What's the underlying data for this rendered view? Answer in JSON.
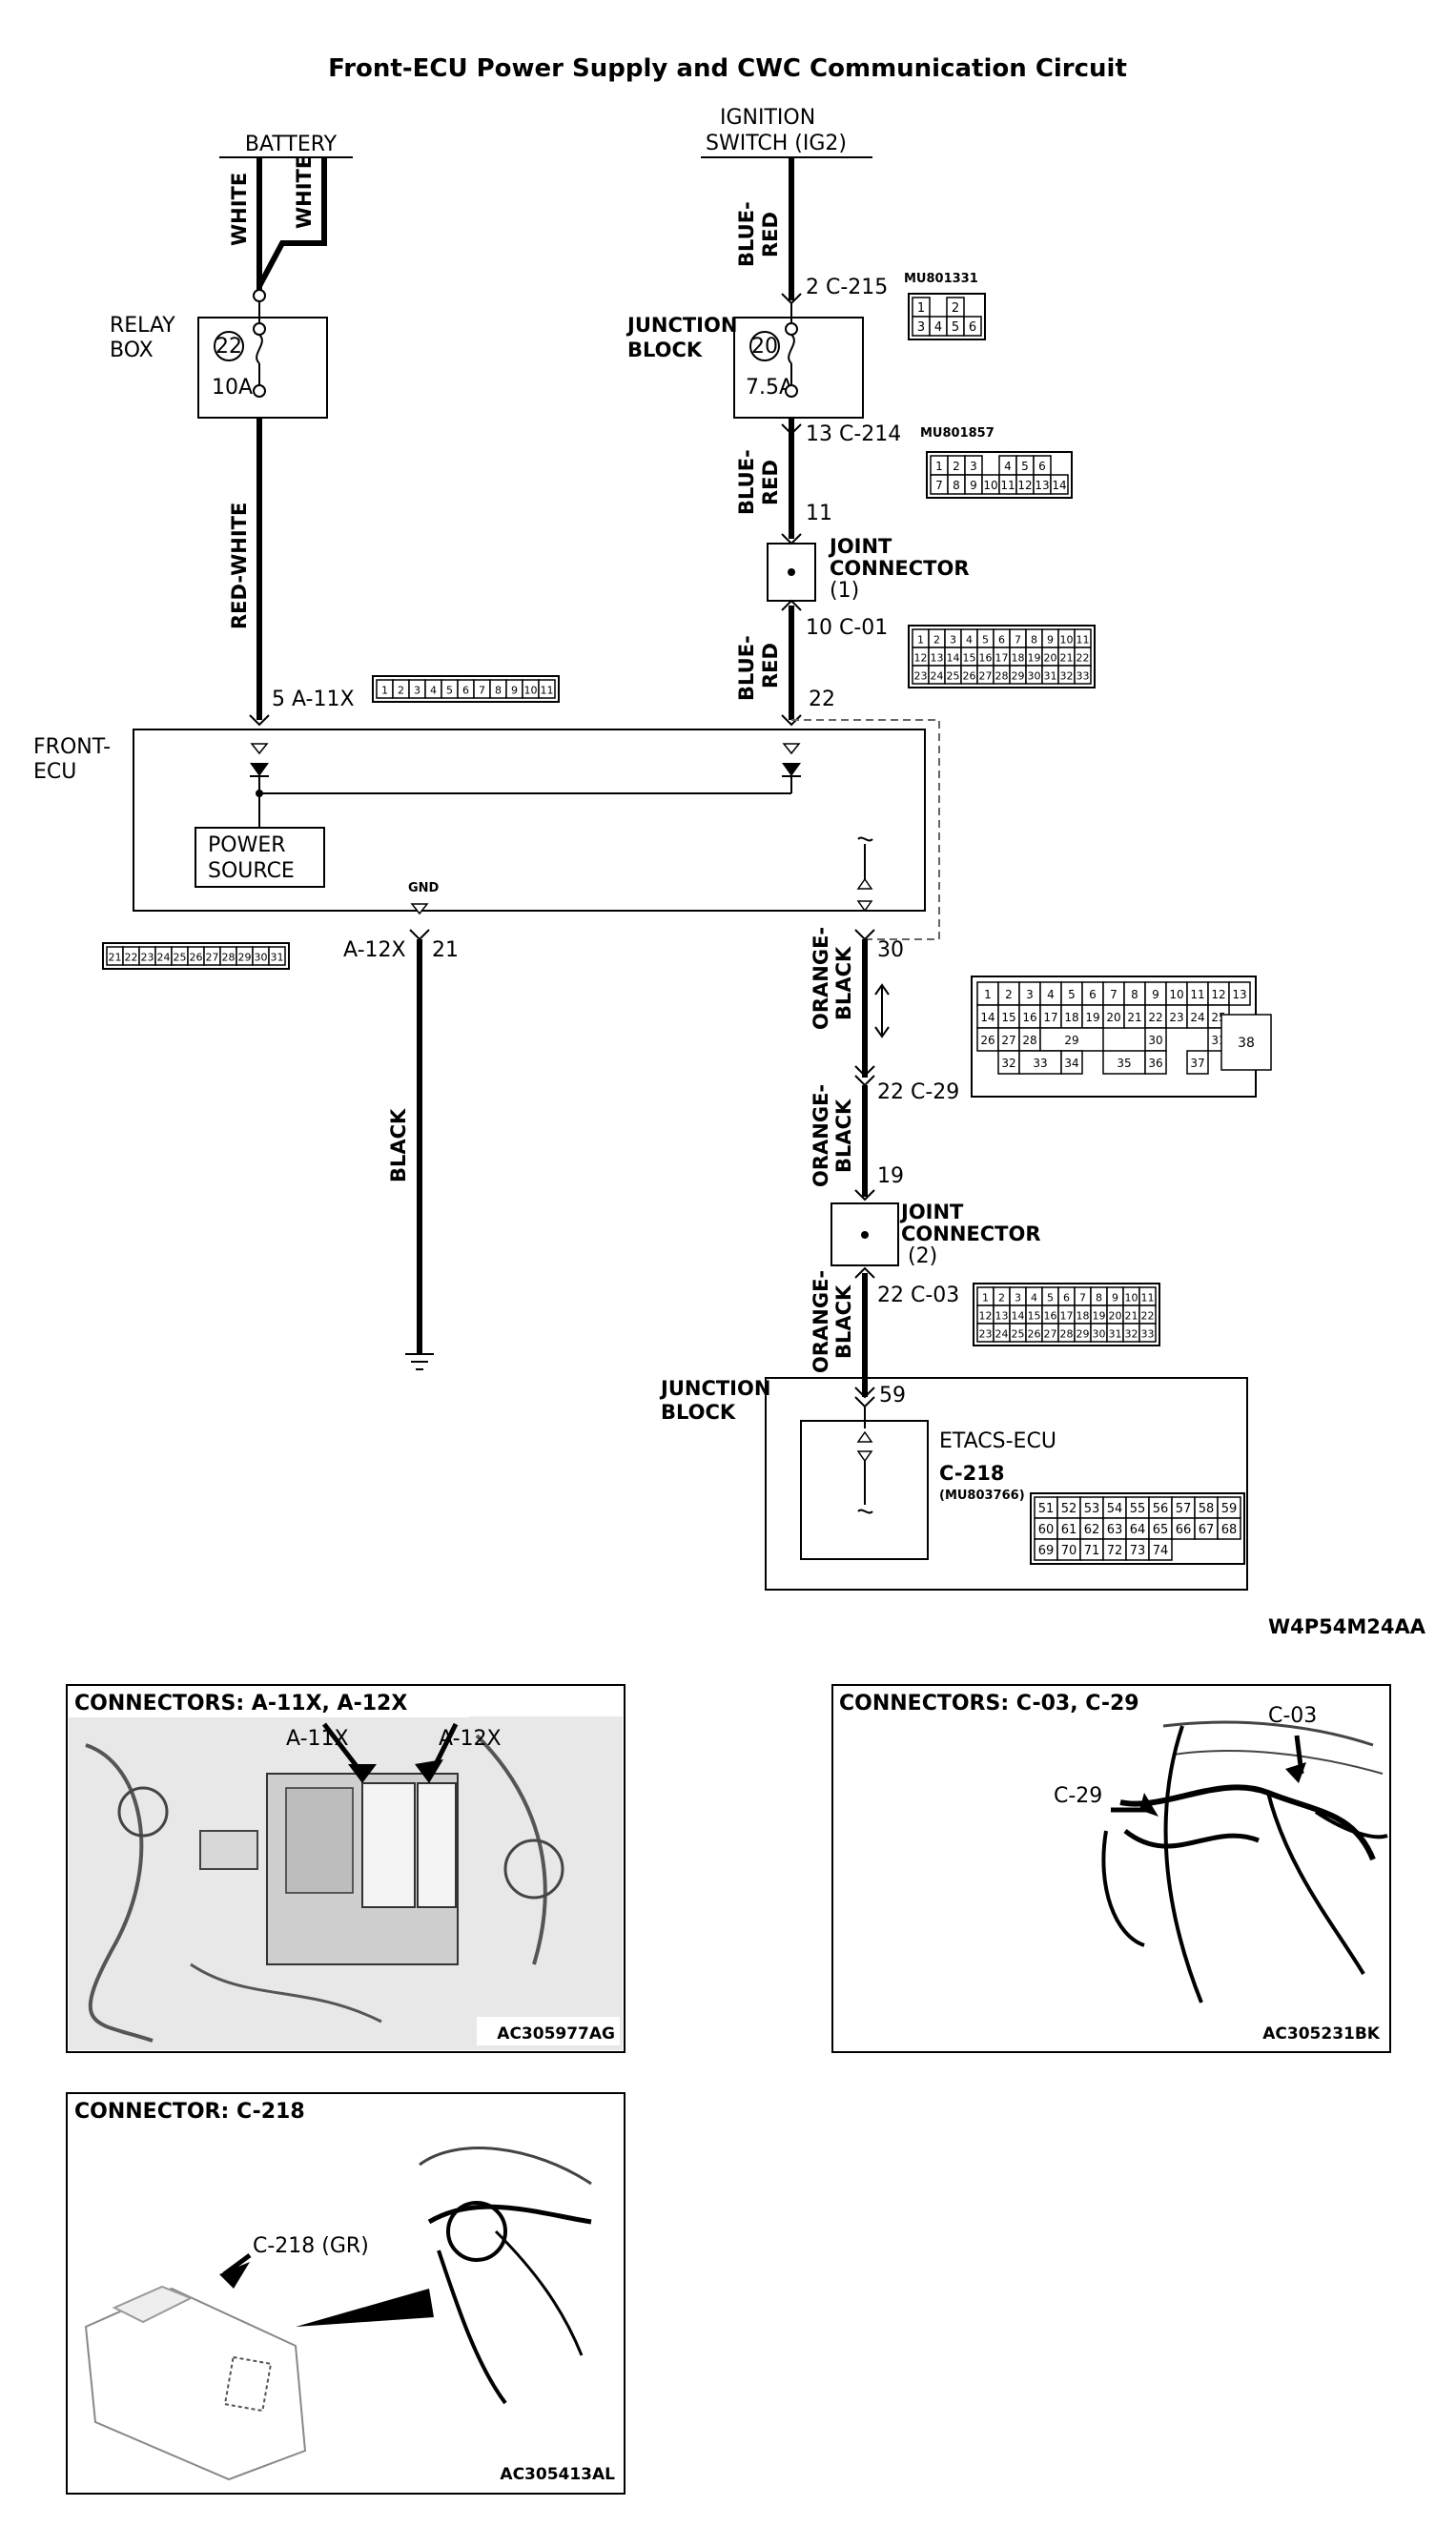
{
  "title": "Front-ECU Power Supply and CWC Communication Circuit",
  "sources": {
    "battery": "BATTERY",
    "ignition_line1": "IGNITION",
    "ignition_line2": "SWITCH (IG2)"
  },
  "wires": {
    "white1": "WHITE",
    "white2": "WHITE",
    "red_white": "RED-WHITE",
    "blue_red": "BLUE-",
    "blue_red2": "RED",
    "black": "BLACK",
    "orange_black1": "ORANGE-",
    "orange_black2": "BLACK"
  },
  "components": {
    "relay_box_1": "RELAY",
    "relay_box_2": "BOX",
    "relay_fuse_no": "22",
    "relay_fuse_amp": "10A",
    "junction_block_1": "JUNCTION",
    "junction_block_2": "BLOCK",
    "jb_fuse_no": "20",
    "jb_fuse_amp": "7.5A",
    "joint1_1": "JOINT",
    "joint1_2": "CONNECTOR",
    "joint1_3": "(1)",
    "joint2_1": "JOINT",
    "joint2_2": "CONNECTOR",
    "joint2_3": "(2)",
    "front_ecu_1": "FRONT-",
    "front_ecu_2": "ECU",
    "power_source_1": "POWER",
    "power_source_2": "SOURCE",
    "gnd": "GND",
    "junction_block_b1": "JUNCTION",
    "junction_block_b2": "BLOCK",
    "etacs": "ETACS-ECU",
    "etacs_conn": "C-218",
    "etacs_part": "(MU803766)"
  },
  "pins": {
    "c215": "2  C-215",
    "c214": "13  C-214",
    "p11": "11",
    "c01": "10  C-01",
    "p22": "22",
    "a11x": "5  A-11X",
    "a12x": "A-12X",
    "p21": "21",
    "p30": "30",
    "c29": "22  C-29",
    "p19": "19",
    "c03": "22  C-03",
    "p59": "59"
  },
  "part_numbers": {
    "mu801331": "MU801331",
    "mu801857": "MU801857"
  },
  "connector_faces": {
    "c215": [
      [
        "1",
        "",
        "2"
      ],
      [
        "3",
        "4",
        "5",
        "6"
      ]
    ],
    "c214": [
      [
        "1",
        "2",
        "3",
        "",
        "4",
        "5",
        "6"
      ],
      [
        "7",
        "8",
        "9",
        "10",
        "11",
        "12",
        "13",
        "14"
      ]
    ],
    "c01": [
      [
        "1",
        "2",
        "3",
        "4",
        "5",
        "6",
        "7",
        "8",
        "9",
        "10",
        "11"
      ],
      [
        "12",
        "13",
        "14",
        "15",
        "16",
        "17",
        "18",
        "19",
        "20",
        "21",
        "22"
      ],
      [
        "23",
        "24",
        "25",
        "26",
        "27",
        "28",
        "29",
        "30",
        "31",
        "32",
        "33"
      ]
    ],
    "a11x": [
      "1",
      "2",
      "3",
      "4",
      "5",
      "6",
      "7",
      "8",
      "9",
      "10",
      "11"
    ],
    "a12x": [
      "21",
      "22",
      "23",
      "24",
      "25",
      "26",
      "27",
      "28",
      "29",
      "30",
      "31"
    ],
    "c03": [
      [
        "1",
        "2",
        "3",
        "4",
        "5",
        "6",
        "7",
        "8",
        "9",
        "10",
        "11"
      ],
      [
        "12",
        "13",
        "14",
        "15",
        "16",
        "17",
        "18",
        "19",
        "20",
        "21",
        "22"
      ],
      [
        "23",
        "24",
        "25",
        "26",
        "27",
        "28",
        "29",
        "30",
        "31",
        "32",
        "33"
      ]
    ],
    "c29_row1": [
      "1",
      "2",
      "3",
      "4",
      "5",
      "6",
      "7",
      "8",
      "9",
      "10",
      "11",
      "12",
      "13"
    ],
    "c29_row2": [
      "14",
      "15",
      "16",
      "17",
      "18",
      "19",
      "20",
      "21",
      "22",
      "23",
      "24",
      "25"
    ],
    "c29_row3": [
      "26",
      "27",
      "28",
      "29",
      "30",
      "31"
    ],
    "c29_row4": [
      "32",
      "33",
      "34",
      "35",
      "36",
      "37"
    ],
    "c29_big": "38",
    "c218": [
      [
        "51",
        "52",
        "53",
        "54",
        "55",
        "56",
        "57",
        "58",
        "59"
      ],
      [
        "60",
        "61",
        "62",
        "63",
        "64",
        "65",
        "66",
        "67",
        "68"
      ],
      [
        "69",
        "70",
        "71",
        "72",
        "73",
        "74"
      ]
    ]
  },
  "diagram_code": "W4P54M24AA",
  "photos": {
    "p1_title": "CONNECTORS: A-11X, A-12X",
    "p1_label_a": "A-11X",
    "p1_label_b": "A-12X",
    "p1_code": "AC305977AG",
    "p2_title": "CONNECTORS: C-03, C-29",
    "p2_label_a": "C-03",
    "p2_label_b": "C-29",
    "p2_code": "AC305231BK",
    "p3_title": "CONNECTOR: C-218",
    "p3_label": "C-218 (GR)",
    "p3_code": "AC305413AL"
  }
}
